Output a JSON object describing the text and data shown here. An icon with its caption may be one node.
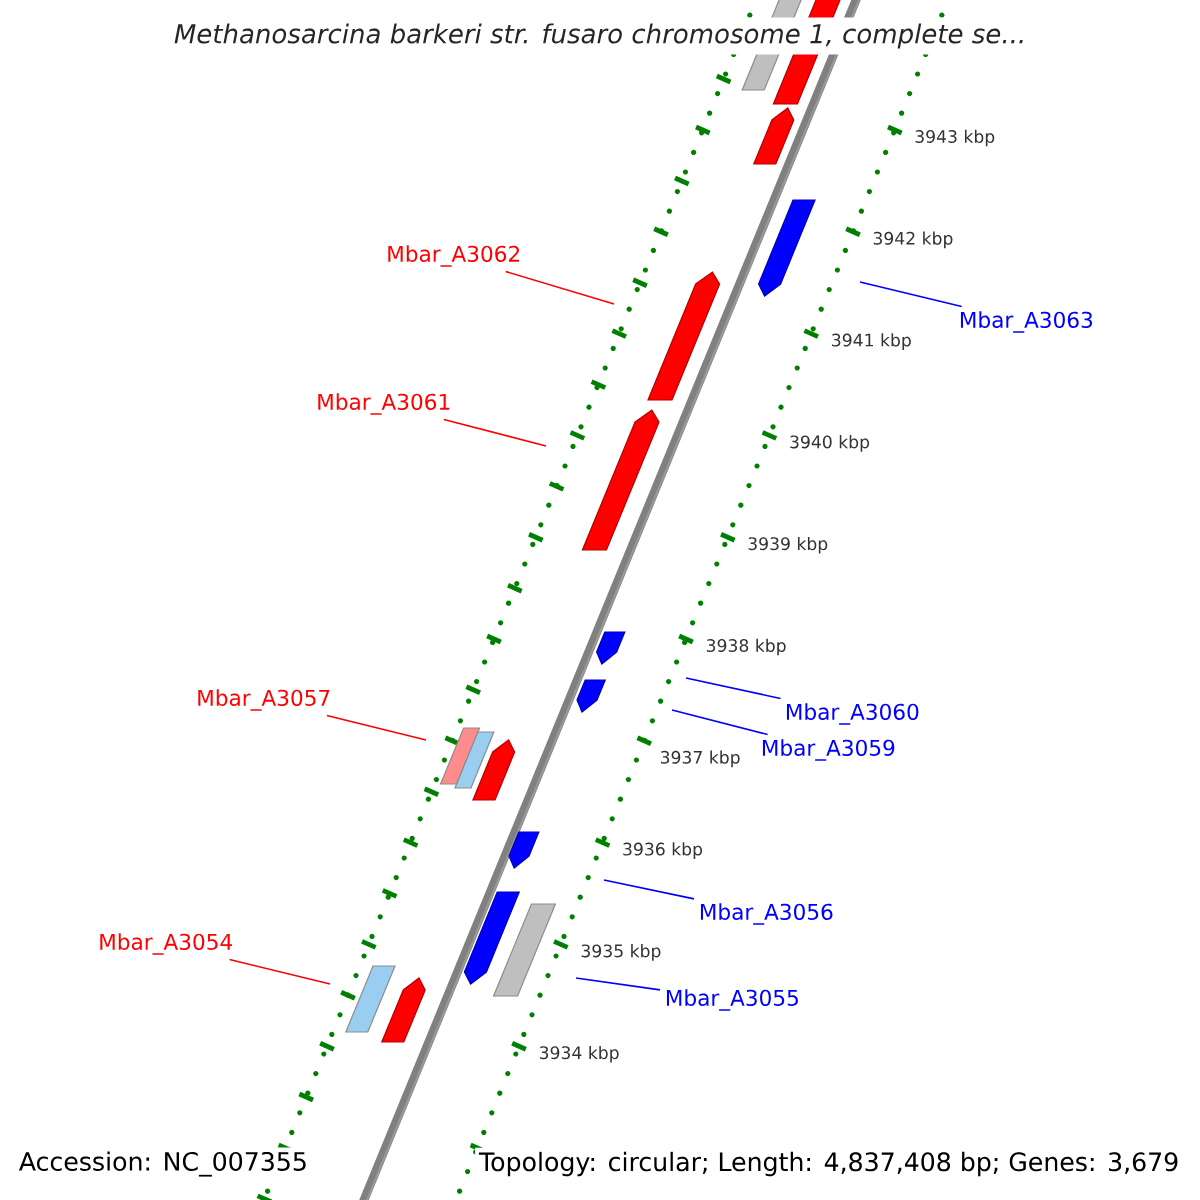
{
  "diagram": {
    "title": "Methanosarcina barkeri str. fusaro chromosome 1, complete se...",
    "nodes": [
      {
        "text": [
          "Mbar_A3063"
        ]
      },
      {
        "text": [
          "Mbar_A3062"
        ]
      },
      {
        "text": [
          "Mbar_A3061"
        ]
      },
      {
        "text": [
          "Mbar_A3060"
        ]
      },
      {
        "text": [
          "Mbar_A3059"
        ]
      },
      {
        "text": [
          "Mbar_A3057"
        ]
      },
      {
        "text": [
          "Mbar_A3056"
        ]
      },
      {
        "text": [
          "Mbar_A3055"
        ]
      },
      {
        "text": [
          "Mbar_A3054"
        ]
      }
    ],
    "edges": [
      {
        "from": 0,
        "to": null,
        "arrow": "none"
      },
      {
        "from": 1,
        "to": null,
        "arrow": "none",
        "color": "#ff0000"
      },
      {
        "from": 2,
        "to": null,
        "arrow": "none",
        "color": "#ff0000"
      },
      {
        "from": 3,
        "to": null,
        "arrow": "none"
      },
      {
        "from": 4,
        "to": null,
        "arrow": "none"
      },
      {
        "from": 5,
        "to": null,
        "arrow": "none",
        "color": "#ff0000"
      },
      {
        "from": 6,
        "to": null,
        "arrow": "none"
      },
      {
        "from": 7,
        "to": null,
        "arrow": "none"
      },
      {
        "from": 8,
        "to": null,
        "arrow": "none",
        "color": "#ff0000"
      }
    ],
    "labels": [
      "3943 kbp",
      "3942 kbp",
      "3941 kbp",
      "3940 kbp",
      "3939 kbp",
      "3938 kbp",
      "3937 kbp",
      "3936 kbp",
      "3935 kbp",
      "3934 kbp",
      "Accession: NC_007355",
      "Topology: circular; Length: 4,837,408 bp; Genes: 3,679"
    ]
  }
}
